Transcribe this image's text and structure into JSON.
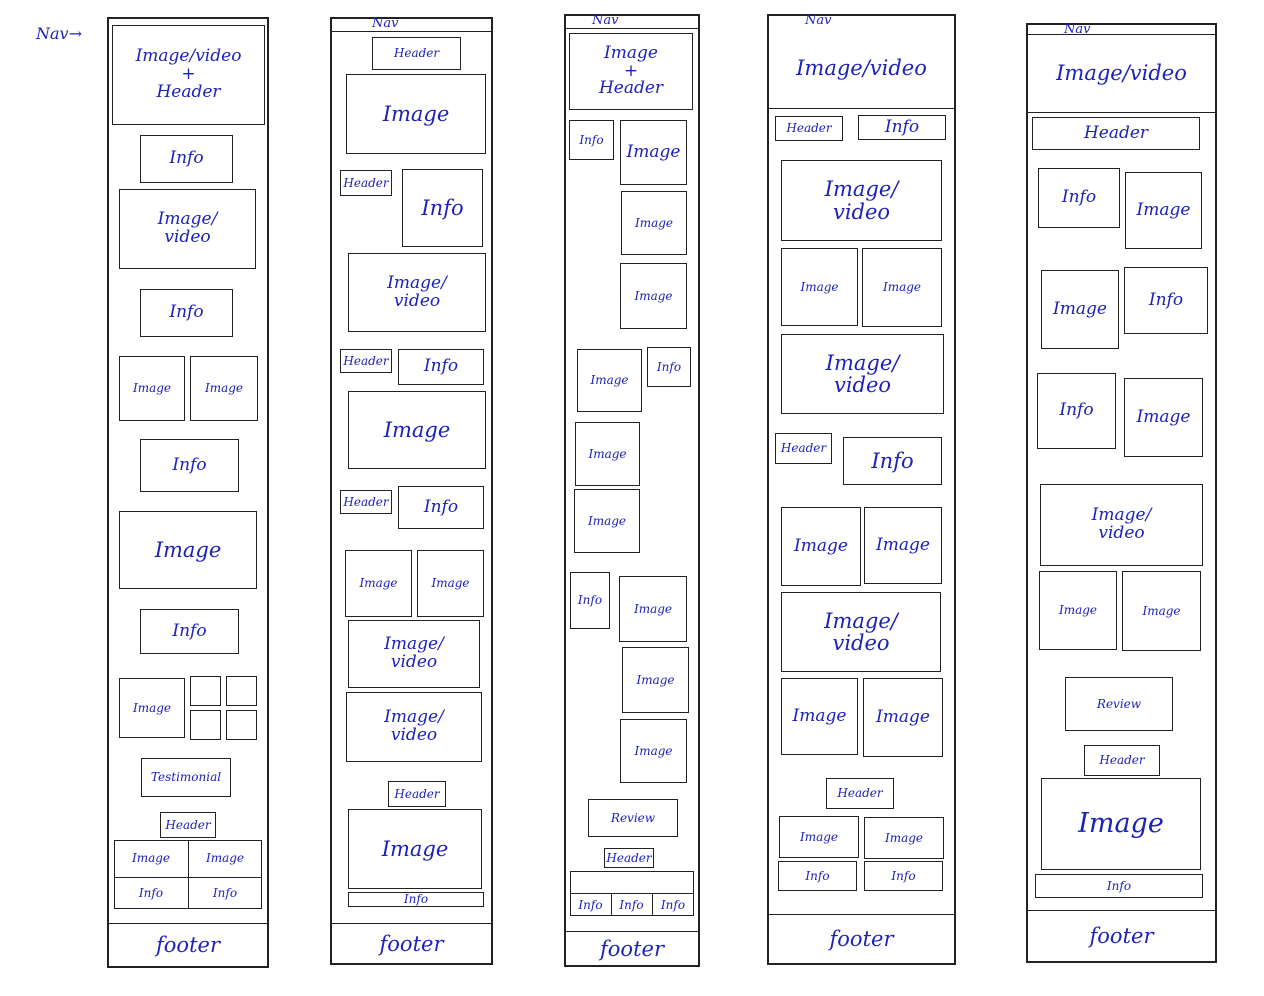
{
  "labels": {
    "nav_arrow": "Nav→",
    "nav": "Nav",
    "image_video_header": "Image/video\n+\nHeader",
    "image_video_plain": "Image/video",
    "image_header": "Image\n+\nHeader",
    "image_video": "Image/\nvideo",
    "image": "Image",
    "info": "Info",
    "header": "Header",
    "testimonial": "Testimonial",
    "review": "Review",
    "footer": "footer"
  },
  "colors": {
    "ink": "#1c22b8",
    "stroke": "#222222"
  }
}
